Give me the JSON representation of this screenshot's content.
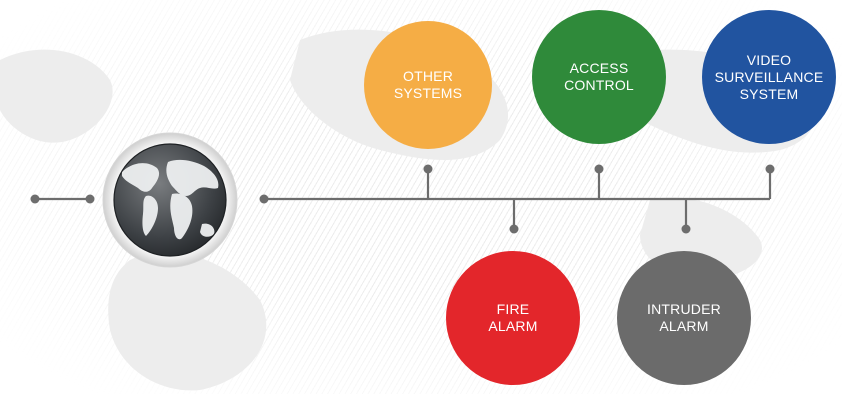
{
  "diagram": {
    "nodes": [
      {
        "id": "other-systems",
        "label": "OTHER\nSYSTEMS",
        "color": "#f5ad45"
      },
      {
        "id": "access-control",
        "label": "ACCESS\nCONTROL",
        "color": "#2f8a3a"
      },
      {
        "id": "video-surveillance",
        "label": "VIDEO\nSURVEILLANCE\nSYSTEM",
        "color": "#2154a0"
      },
      {
        "id": "fire-alarm",
        "label": "FIRE\nALARM",
        "color": "#e3262b"
      },
      {
        "id": "intruder-alarm",
        "label": "INTRUDER\nALARM",
        "color": "#6b6b6b"
      }
    ],
    "connector_color": "#6d6d6d",
    "globe": {
      "icon": "globe-icon"
    }
  }
}
